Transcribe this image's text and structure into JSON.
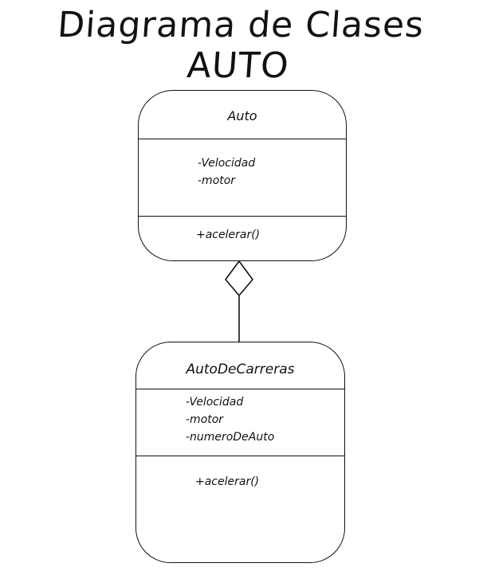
{
  "diagram": {
    "title": "Diagrama de Clases AUTO"
  },
  "classes": {
    "auto": {
      "name": "Auto",
      "attributes": [
        "-Velocidad",
        "-motor"
      ],
      "methods": [
        "+acelerar()"
      ]
    },
    "auto_de_carreras": {
      "name": "AutoDeCarreras",
      "attributes": [
        "-Velocidad",
        "-motor",
        "-numeroDeAuto"
      ],
      "methods": [
        "+acelerar()"
      ]
    }
  },
  "relationship": {
    "type": "aggregation",
    "whole": "Auto",
    "part": "AutoDeCarreras"
  }
}
